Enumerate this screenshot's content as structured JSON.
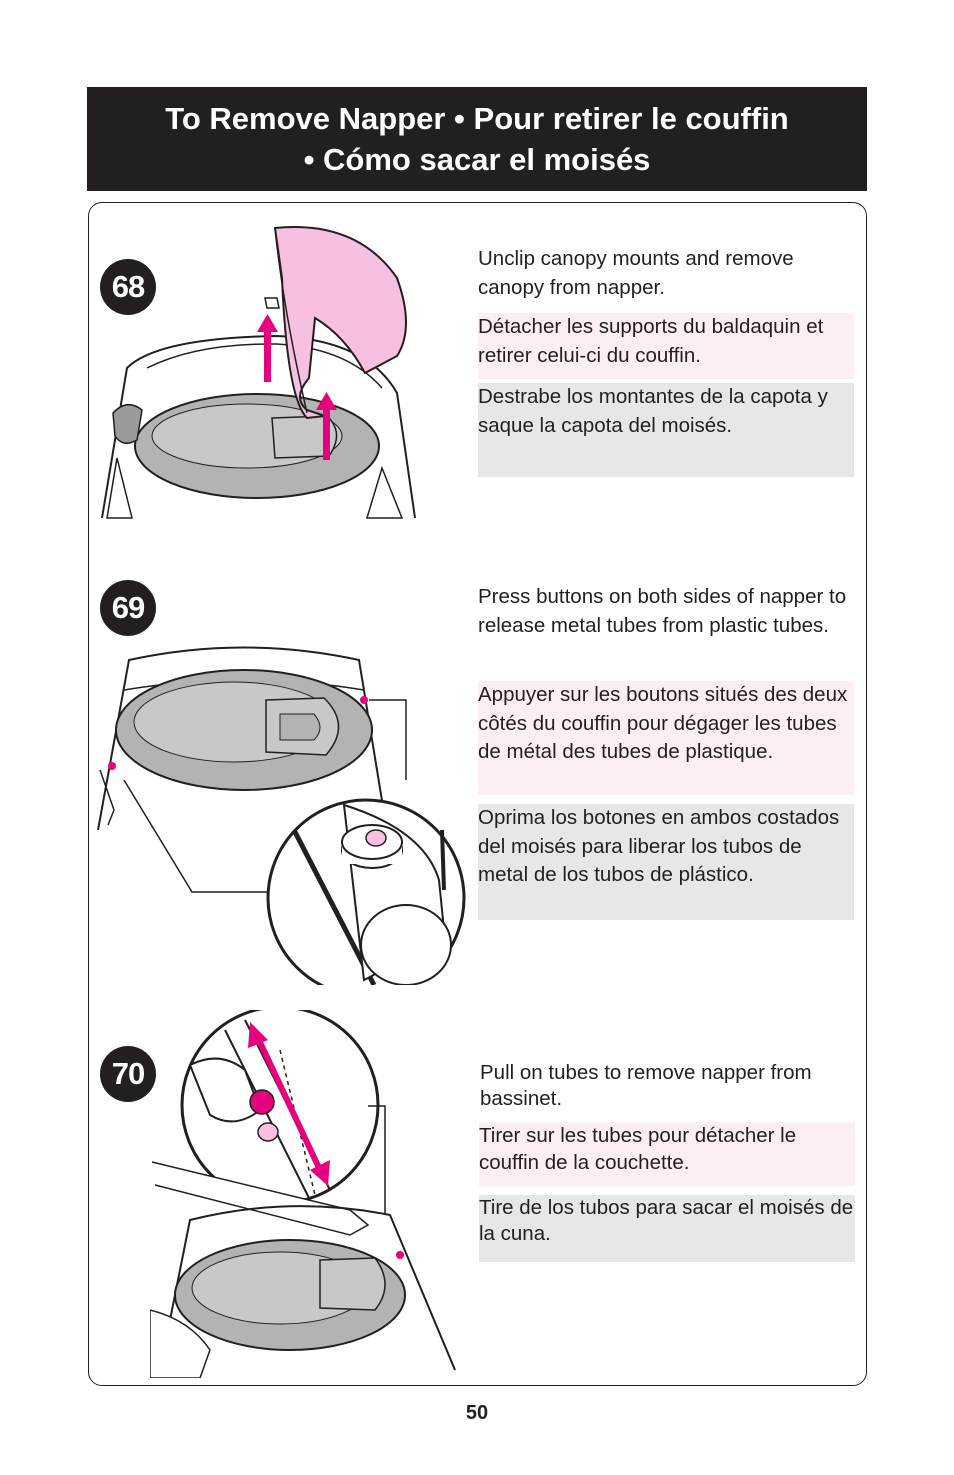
{
  "header": {
    "title_line1": "To Remove Napper • Pour retirer le couffin",
    "title_line2": "• Cómo sacar el moisés"
  },
  "steps": [
    {
      "number": "68",
      "en": "Unclip canopy mounts and remove canopy from napper.",
      "fr": "Détacher les supports du baldaquin et retirer celui-ci du couffin.",
      "es": "Destrabe los montantes de la capota y saque la capota del moisés."
    },
    {
      "number": "69",
      "en": "Press buttons on both sides of napper to release metal tubes from plastic tubes.",
      "fr": "Appuyer sur les boutons situés des deux côtés du couffin pour dégager les tubes de métal des tubes de plastique.",
      "es": "Oprima los botones en ambos costados del moisés para liberar los tubos de metal de los tubos de plástico."
    },
    {
      "number": "70",
      "en": "Pull on tubes to remove napper from bassinet.",
      "fr": "Tirer sur les tubes pour détacher le couffin de la couchette.",
      "es": "Tire de los tubos para sacar el moisés de la cuna."
    }
  ],
  "page_number": "50",
  "colors": {
    "ink": "#231f20",
    "accent_pink": "#e5007e",
    "canopy_pink": "#f7bfe0",
    "fr_background": "#fdeef4",
    "es_background": "#e6e7e8",
    "napper_gray": "#b3b3b3"
  }
}
